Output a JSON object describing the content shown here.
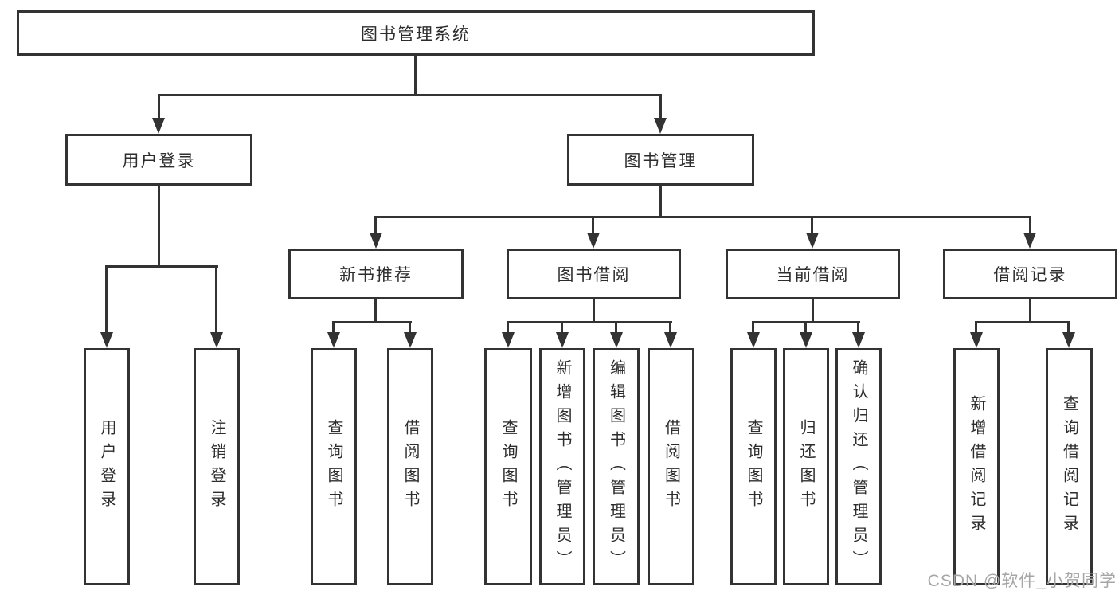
{
  "diagram": {
    "type": "tree",
    "root": {
      "label": "图书管理系统",
      "children": [
        {
          "label": "用户登录",
          "children": [
            {
              "label": "用户登录"
            },
            {
              "label": "注销登录"
            }
          ]
        },
        {
          "label": "图书管理",
          "children": [
            {
              "label": "新书推荐",
              "children": [
                {
                  "label": "查询图书"
                },
                {
                  "label": "借阅图书"
                }
              ]
            },
            {
              "label": "图书借阅",
              "children": [
                {
                  "label": "查询图书"
                },
                {
                  "label": "新增图书（管理员）"
                },
                {
                  "label": "编辑图书（管理员）"
                },
                {
                  "label": "借阅图书"
                }
              ]
            },
            {
              "label": "当前借阅",
              "children": [
                {
                  "label": "查询图书"
                },
                {
                  "label": "归还图书"
                },
                {
                  "label": "确认归还（管理员）"
                }
              ]
            },
            {
              "label": "借阅记录",
              "children": [
                {
                  "label": "新增借阅记录"
                },
                {
                  "label": "查询借阅记录"
                }
              ]
            }
          ]
        }
      ]
    },
    "watermark": "CSDN @软件_小贺同学",
    "colors": {
      "line": "#333333",
      "box_background": "#ffffff",
      "text": "#2d2d2d",
      "watermark": "#a6a6a6"
    }
  }
}
